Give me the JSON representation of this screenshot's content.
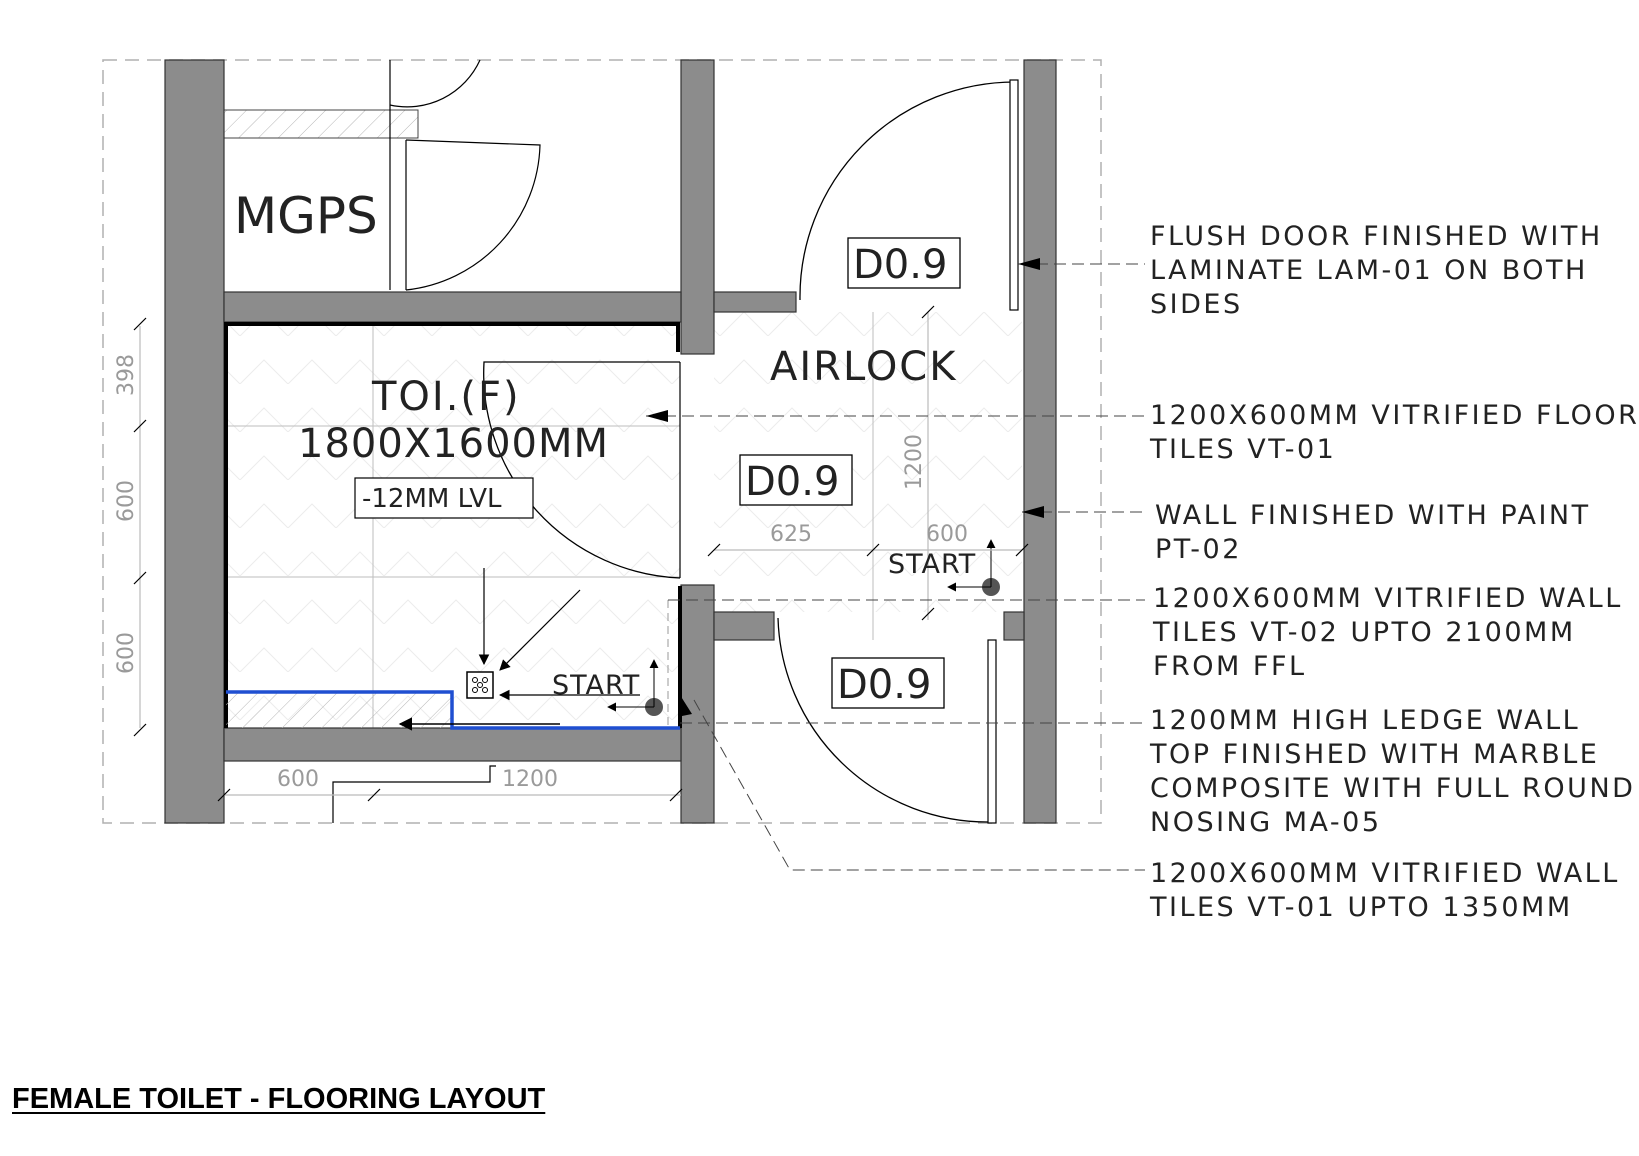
{
  "drawing": {
    "title": "FEMALE TOILET - FLOORING LAYOUT",
    "rooms": {
      "mgps": "MGPS",
      "toilet_name": "TOI.(F)",
      "toilet_size": "1800X1600MM",
      "toilet_level": "-12MM LVL",
      "airlock": "AIRLOCK"
    },
    "door_tags": [
      "D0.9",
      "D0.9",
      "D0.9"
    ],
    "start_marks": [
      "START",
      "START"
    ],
    "dimensions": {
      "left_398": "398",
      "left_600_a": "600",
      "left_600_b": "600",
      "bottom_600": "600",
      "bottom_1200": "1200",
      "airlock_625": "625",
      "airlock_600": "600",
      "airlock_1200": "1200"
    },
    "notes": [
      [
        "FLUSH DOOR FINISHED WITH",
        "LAMINATE LAM-01 ON BOTH",
        "SIDES"
      ],
      [
        "1200X600MM VITRIFIED FLOOR",
        "TILES  VT-01"
      ],
      [
        "WALL FINISHED WITH PAINT",
        "PT-02"
      ],
      [
        "1200X600MM VITRIFIED WALL",
        "TILES VT-02  UPTO 2100MM",
        "FROM FFL"
      ],
      [
        "1200MM HIGH LEDGE WALL",
        "TOP FINISHED WITH MARBLE",
        "COMPOSITE WITH FULL ROUND",
        "NOSING MA-05"
      ],
      [
        "1200X600MM VITRIFIED WALL",
        "TILES VT-01  UPTO 1350MM"
      ]
    ],
    "colors": {
      "wall": "#8c8c8c",
      "line": "#000000",
      "ledge": "#1f4fd1",
      "light": "#b0b0b0"
    }
  }
}
